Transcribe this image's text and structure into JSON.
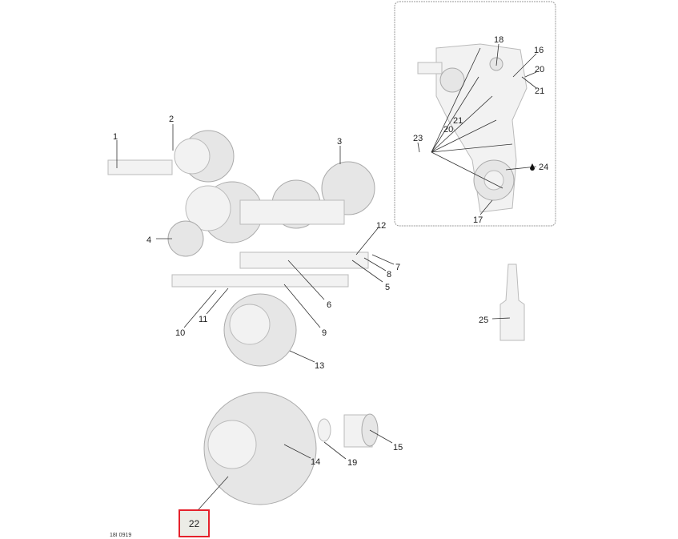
{
  "diagram": {
    "callouts": {
      "c1": "1",
      "c2": "2",
      "c3": "3",
      "c4": "4",
      "c5": "5",
      "c6": "6",
      "c7": "7",
      "c8": "8",
      "c9": "9",
      "c10": "10",
      "c11": "11",
      "c12": "12",
      "c13": "13",
      "c14": "14",
      "c15": "15",
      "c16": "16",
      "c17": "17",
      "c18": "18",
      "c19": "19",
      "c20a": "20",
      "c20b": "20",
      "c21a": "21",
      "c21b": "21",
      "c23": "23",
      "c24": "24",
      "c25": "25"
    },
    "highlighted_callout": "22",
    "drawing_code": "18I 0919",
    "highlight_color": "#e5212b"
  }
}
